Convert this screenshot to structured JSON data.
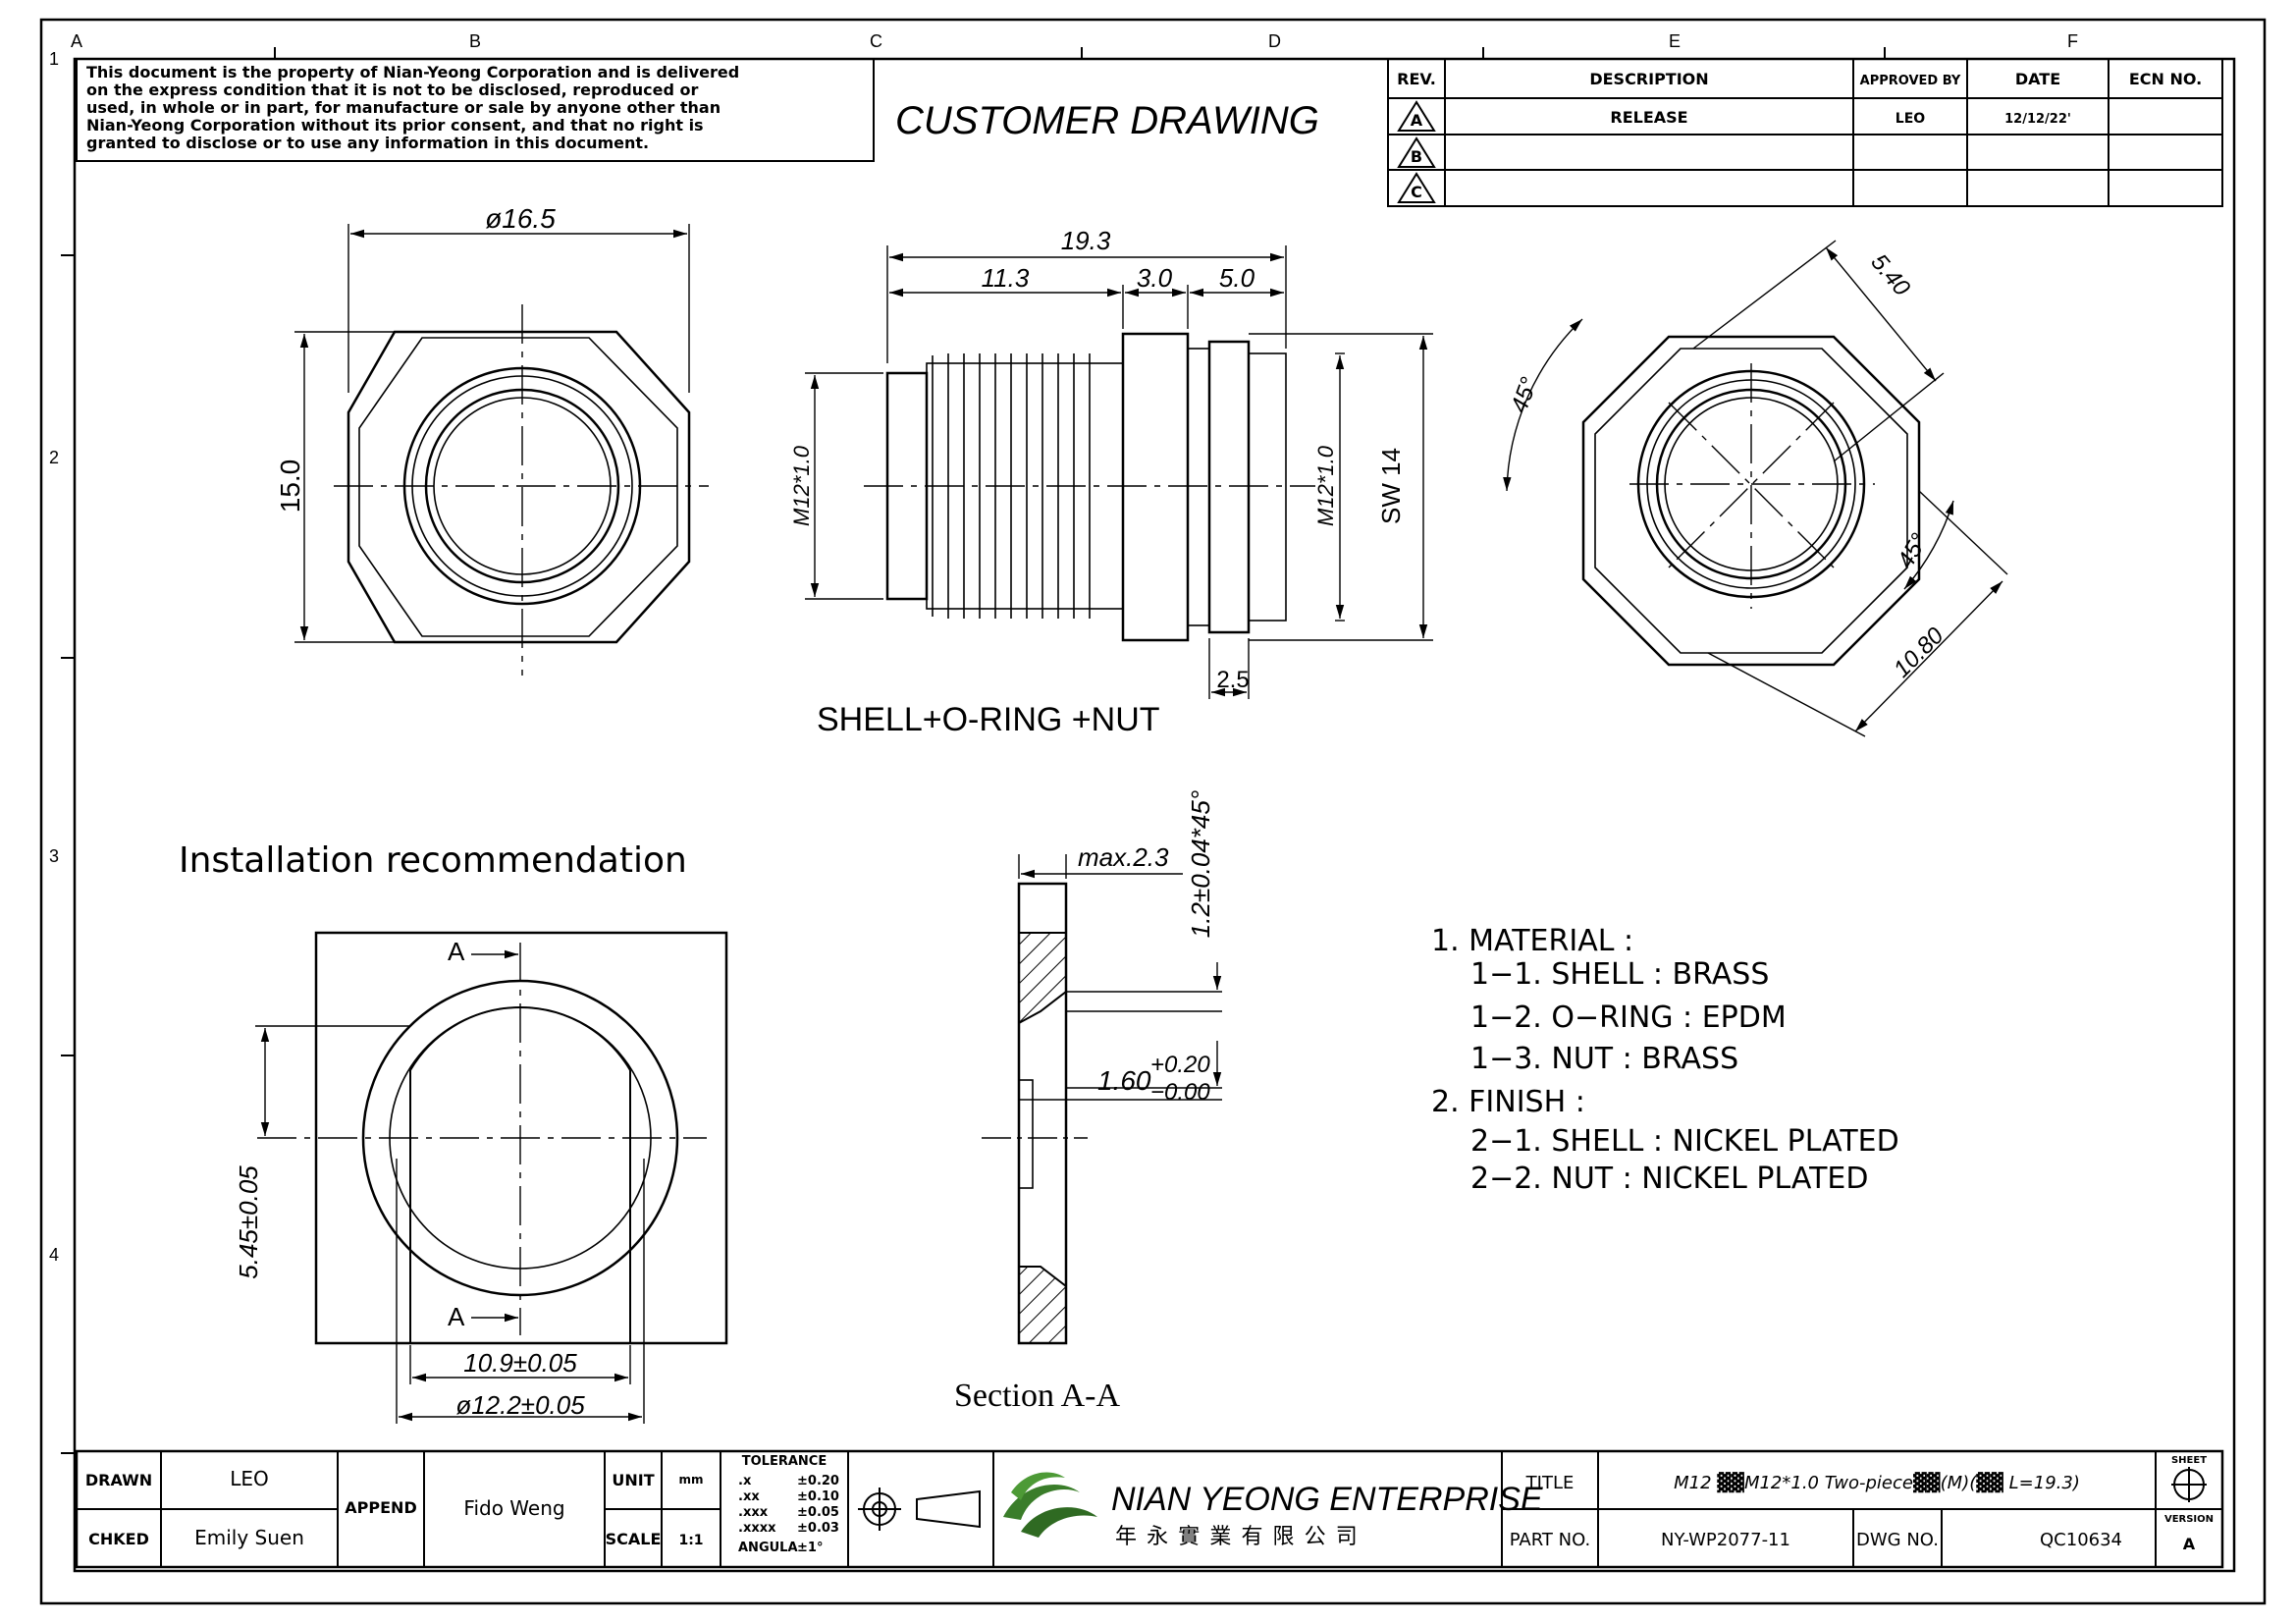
{
  "notice": {
    "lines": [
      "This document is the property of Nian-Yeong Corporation and is delivered",
      "on   the   express  condition  that  it  is  not  to  be  disclosed,  reproduced  or",
      "used,  in  whole  or  in  part,  for  manufacture  or  sale  by  anyone  other  than",
      "Nian-Yeong  Corporation  without   its  prior  consent,  and  that   no  right   is",
      "granted  to  disclose  or  to  use  any  information  in  this   document."
    ]
  },
  "header": {
    "title": "CUSTOMER  DRAWING"
  },
  "grid": {
    "columns": [
      "A",
      "B",
      "C",
      "D",
      "E",
      "F"
    ],
    "rows": [
      "1",
      "2",
      "3",
      "4"
    ]
  },
  "revision_table": {
    "headers": [
      "REV.",
      "DESCRIPTION",
      "APPROVED BY",
      "DATE",
      "ECN NO."
    ],
    "rows": [
      {
        "rev": "A",
        "description": "RELEASE",
        "approved_by": "LEO",
        "date": "12/12/22'",
        "ecn": ""
      },
      {
        "rev": "B",
        "description": "",
        "approved_by": "",
        "date": "",
        "ecn": ""
      },
      {
        "rev": "C",
        "description": "",
        "approved_by": "",
        "date": "",
        "ecn": ""
      }
    ]
  },
  "views": {
    "front": {
      "dia": "ø16.5",
      "height": "15.0"
    },
    "side": {
      "overall": "19.3",
      "d1": "11.3",
      "d2": "3.0",
      "d3": "5.0",
      "thread_left": "M12*1.0",
      "thread_right": "M12*1.0",
      "sw": "SW 14",
      "nut_thk": "2.5",
      "caption": "SHELL+O-RING +NUT"
    },
    "end": {
      "flat": "5.40",
      "corner": "10.80",
      "angle_top": "45°",
      "angle_right": "45°"
    }
  },
  "installation": {
    "title": "Installation recommendation",
    "section_mark_top": "A",
    "section_mark_bottom": "A",
    "dim_vertical": "5.45±0.05",
    "dim_width": "10.9±0.05",
    "dim_dia": "ø12.2±0.05"
  },
  "section": {
    "title": "Section A-A",
    "max": "max.2.3",
    "chamfer": "1.2±0.04*45°",
    "thk_base": "1.60",
    "thk_plus": "+0.20",
    "thk_minus": "−0.00"
  },
  "notes": [
    "1.  MATERIAL  :",
    "1−1.  SHELL  :  BRASS",
    "1−2.  O−RING  :  EPDM",
    "1−3.  NUT  :  BRASS",
    "2.  FINISH  :",
    "2−1.  SHELL  :  NICKEL  PLATED",
    "2−2.  NUT  :  NICKEL  PLATED"
  ],
  "title_block": {
    "drawn_label": "DRAWN",
    "drawn_value": "LEO",
    "checked_label": "CHKED",
    "checked_value": "Emily Suen",
    "append_label": "APPEND",
    "append_value": "Fido Weng",
    "unit_label": "UNIT",
    "unit_value": "mm",
    "scale_label": "SCALE",
    "scale_value": "1:1",
    "tolerance_title": "TOLERANCE",
    "tolerances": [
      {
        "k": ".x",
        "v": "±0.20"
      },
      {
        "k": ".xx",
        "v": "±0.10"
      },
      {
        "k": ".xxx",
        "v": "±0.05"
      },
      {
        "k": ".xxxx",
        "v": "±0.03"
      },
      {
        "k": "ANGULA",
        "v": "±1°"
      }
    ],
    "company_en": "NIAN YEONG ENTERPRISE",
    "company_zh": "年 永 實 業 有 限 公 司",
    "title_label": "TITLE",
    "title_value": "M12 ▓▓M12*1.0 Two-piece▓▓(M)(▓▓ L=19.3)",
    "partno_label": "PART NO.",
    "partno_value": "NY-WP2077-11",
    "dwgno_label": "DWG NO.",
    "dwgno_value": "QC10634",
    "sheet_label": "SHEET",
    "version_label": "VERSION",
    "version_value": "A"
  }
}
